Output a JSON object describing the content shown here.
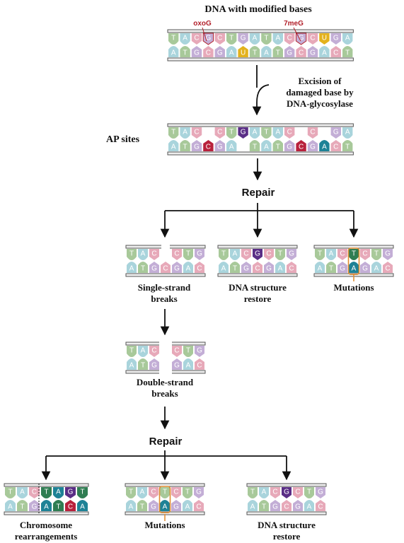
{
  "colors": {
    "T": "#a8c99a",
    "A": "#a9d4dc",
    "C": "#e7a9b9",
    "G": "#c3aed6",
    "U": "#e3b21d",
    "dark_T": "#2f7d52",
    "dark_A": "#1e8296",
    "dark_C": "#b8213c",
    "dark_G": "#5a2e86",
    "highlight": "#e08a2e",
    "modified_label": "#b21f2a",
    "arrow": "#111111"
  },
  "labels": {
    "title": "DNA with modified bases",
    "excision": [
      "Excision of",
      "damaged base by",
      "DNA-glycosylase"
    ],
    "ap_sites": "AP sites",
    "repair_1": "Repair",
    "repair_2": "Repair",
    "single_strand": [
      "Single-strand",
      "breaks"
    ],
    "dna_restore_1": [
      "DNA structure",
      "restore"
    ],
    "mutations_1": "Mutations",
    "double_strand": [
      "Double-strand",
      "breaks"
    ],
    "chromosome": [
      "Chromosome",
      "rearrangements"
    ],
    "mutations_2": "Mutations",
    "dna_restore_2": [
      "DNA structure",
      "restore"
    ]
  },
  "modified_bases": [
    "oxoG",
    "7meG"
  ],
  "strands": {
    "original": {
      "top": [
        "T",
        "A",
        "C",
        "G",
        "C",
        "T",
        "G",
        "A",
        "T",
        "A",
        "C",
        "G",
        "C",
        "U",
        "G",
        "A"
      ],
      "bottom": [
        "A",
        "T",
        "G",
        "C",
        "G",
        "A",
        "U",
        "T",
        "A",
        "T",
        "G",
        "C",
        "G",
        "A",
        "C",
        "T"
      ],
      "dark_top": [],
      "dark_bottom": [],
      "yellow_top": [
        13
      ],
      "yellow_bottom": [
        6
      ],
      "modified_top": [
        3,
        11
      ],
      "gaps_top": [],
      "gaps_bottom": []
    },
    "ap_sites": {
      "top": [
        "T",
        "A",
        "C",
        "",
        "C",
        "T",
        "G",
        "A",
        "T",
        "A",
        "C",
        "",
        "C",
        "",
        "G",
        "A"
      ],
      "bottom": [
        "A",
        "T",
        "G",
        "C",
        "G",
        "A",
        "",
        "T",
        "A",
        "T",
        "G",
        "C",
        "G",
        "A",
        "C",
        "T"
      ],
      "dark_top": [
        6
      ],
      "dark_bottom": [
        3,
        11,
        13
      ],
      "yellow_top": [],
      "yellow_bottom": [],
      "modified_top": [],
      "gaps_top": [
        3,
        11,
        13
      ],
      "gaps_bottom": [
        6
      ]
    },
    "single_strand": {
      "top": [
        "T",
        "A",
        "C",
        "",
        "C",
        "T",
        "G"
      ],
      "bottom": [
        "A",
        "T",
        "G",
        "C",
        "G",
        "A",
        "C"
      ],
      "dark_top": [],
      "dark_bottom": [],
      "yellow_top": [],
      "yellow_bottom": [],
      "modified_top": [],
      "gaps_top": [
        3
      ],
      "gaps_bottom": []
    },
    "restore_1": {
      "top": [
        "T",
        "A",
        "C",
        "G",
        "C",
        "T",
        "G"
      ],
      "bottom": [
        "A",
        "T",
        "G",
        "C",
        "G",
        "A",
        "C"
      ],
      "dark_top": [
        3
      ],
      "dark_bottom": [],
      "yellow_top": [],
      "yellow_bottom": [],
      "modified_top": [],
      "gaps_top": [],
      "gaps_bottom": []
    },
    "mutations_1": {
      "top": [
        "T",
        "A",
        "C",
        "T",
        "C",
        "T",
        "G"
      ],
      "bottom": [
        "A",
        "T",
        "G",
        "A",
        "G",
        "A",
        "C"
      ],
      "dark_top": [
        3
      ],
      "dark_bottom": [
        3
      ],
      "yellow_top": [],
      "yellow_bottom": [],
      "modified_top": [],
      "gaps_top": [],
      "gaps_bottom": []
    },
    "double_strand": {
      "top": [
        "T",
        "A",
        "C",
        "",
        "C",
        "T",
        "G"
      ],
      "bottom": [
        "A",
        "T",
        "G",
        "",
        "G",
        "A",
        "C"
      ],
      "dark_top": [],
      "dark_bottom": [],
      "yellow_top": [],
      "yellow_bottom": [],
      "modified_top": [],
      "gaps_top": [
        3
      ],
      "gaps_bottom": [
        3
      ]
    },
    "chromosome": {
      "top": [
        "T",
        "A",
        "C",
        "T",
        "A",
        "G",
        "T"
      ],
      "bottom": [
        "A",
        "T",
        "G",
        "A",
        "T",
        "C",
        "A"
      ],
      "dark_top": [
        3,
        4,
        5,
        6
      ],
      "dark_bottom": [
        3,
        4,
        5,
        6
      ],
      "yellow_top": [],
      "yellow_bottom": [],
      "modified_top": [],
      "gaps_top": [],
      "gaps_bottom": []
    },
    "mutations_2": {
      "top": [
        "T",
        "A",
        "C",
        "T",
        "C",
        "T",
        "G"
      ],
      "bottom": [
        "A",
        "T",
        "G",
        "A",
        "G",
        "A",
        "C"
      ],
      "dark_top": [],
      "dark_bottom": [
        3
      ],
      "yellow_top": [],
      "yellow_bottom": [],
      "modified_top": [],
      "gaps_top": [],
      "gaps_bottom": []
    },
    "restore_2": {
      "top": [
        "T",
        "A",
        "C",
        "G",
        "C",
        "T",
        "G"
      ],
      "bottom": [
        "A",
        "T",
        "G",
        "C",
        "G",
        "A",
        "C"
      ],
      "dark_top": [
        3
      ],
      "dark_bottom": [],
      "yellow_top": [],
      "yellow_bottom": [],
      "modified_top": [],
      "gaps_top": [],
      "gaps_bottom": []
    }
  }
}
